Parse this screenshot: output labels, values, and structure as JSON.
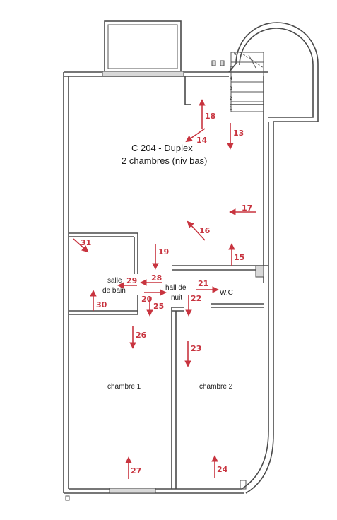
{
  "plan": {
    "title": "C 204 - Duplex",
    "subtitle": "2 chambres (niv bas)",
    "rooms": {
      "salle_line1": "salle",
      "salle_line2": "de bain",
      "hall_line1": "hall de",
      "hall_line2": "nuit",
      "wc": "W.C",
      "chambre1": "chambre 1",
      "chambre2": "chambre 2"
    },
    "stair_steps": [
      "1",
      "2",
      "3",
      "4",
      "5",
      "6"
    ],
    "photo_markers": [
      "13",
      "14",
      "15",
      "16",
      "17",
      "18",
      "19",
      "20",
      "21",
      "22",
      "23",
      "24",
      "25",
      "26",
      "27",
      "28",
      "29",
      "30",
      "31"
    ],
    "colors": {
      "marker": "#c8343f",
      "wall": "#4a4a4a",
      "background": "#ffffff"
    }
  }
}
